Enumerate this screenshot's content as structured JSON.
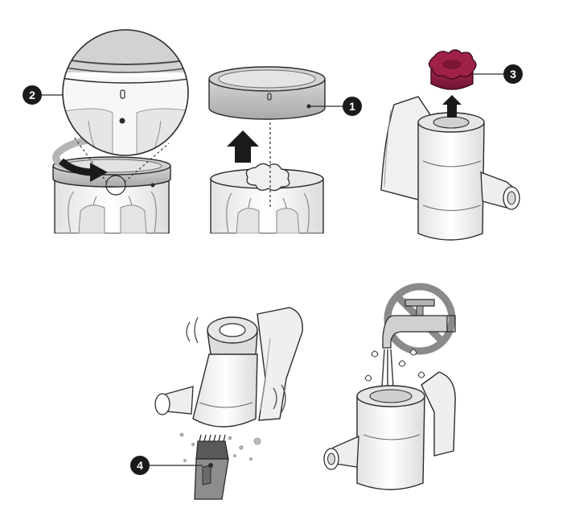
{
  "callouts": [
    {
      "number": "1"
    },
    {
      "number": "2"
    },
    {
      "number": "3"
    },
    {
      "number": "4"
    }
  ],
  "colors": {
    "line": "#2b2b2b",
    "body_light": "#f4f4f4",
    "body_mid": "#d9d9d9",
    "body_dark": "#9c9c9c",
    "filter_cap": "#8c1d3f",
    "filter_cap_dark": "#5e1029",
    "arrow": "#1a1a1a",
    "prohibit": "#8a8a8a",
    "callout_bg": "#1a1a1a"
  },
  "icons": [
    "rotate-arrow-icon",
    "lift-arrow-icon",
    "magnifier-detail-icon",
    "filter-cap-icon",
    "tap-water-icon",
    "no-water-prohibition-icon",
    "shaking-motion-icon",
    "brush-tool-icon"
  ]
}
